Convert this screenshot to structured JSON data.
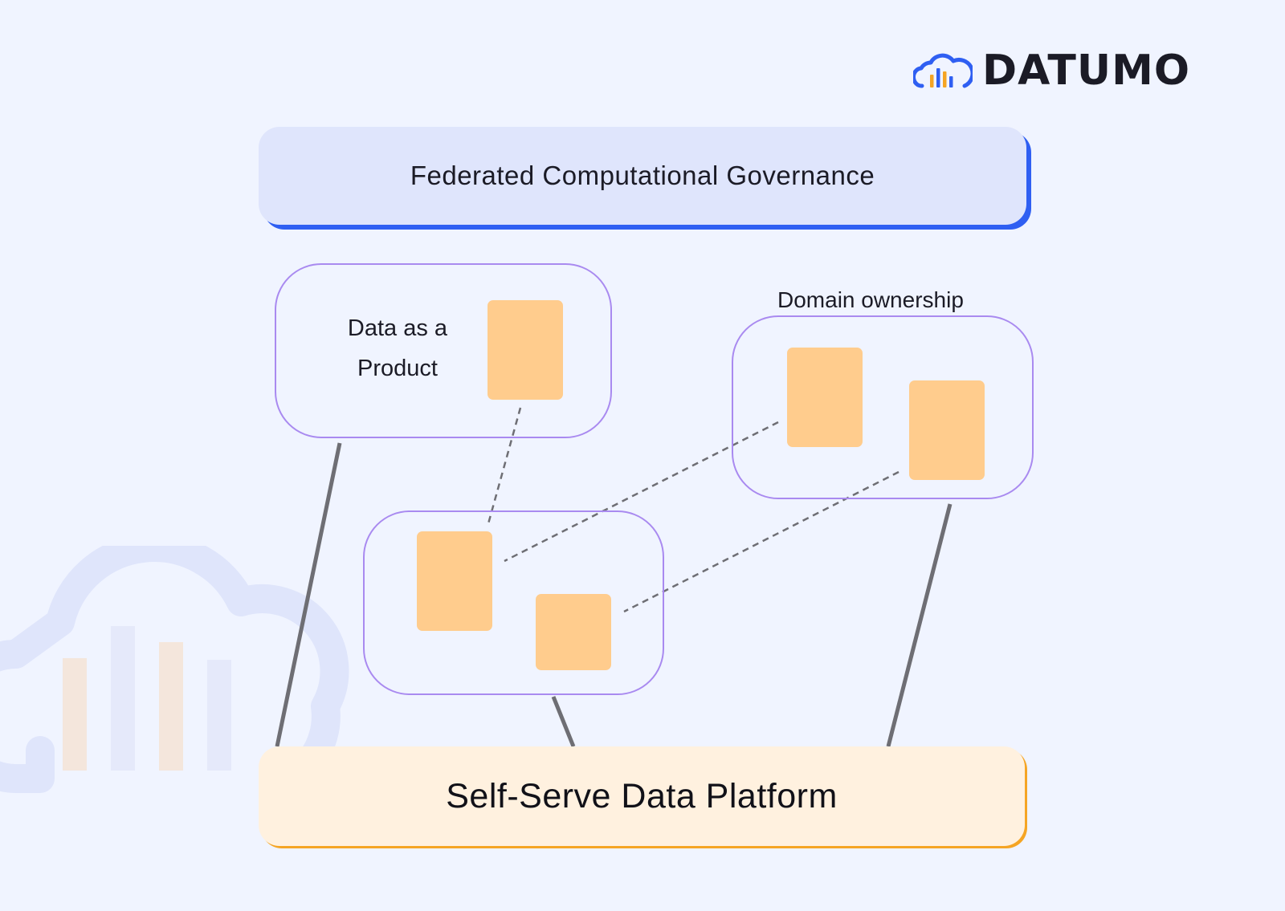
{
  "brand": {
    "name": "DATUMO"
  },
  "governance": {
    "label": "Federated Computational Governance"
  },
  "platform": {
    "label": "Self-Serve Data Platform"
  },
  "data_product": {
    "label_line1": "Data as a",
    "label_line2": "Product"
  },
  "domain_ownership": {
    "label": "Domain ownership"
  },
  "colors": {
    "background": "#f0f4ff",
    "governance_fill": "#dfe5fc",
    "governance_accent": "#2f5ff2",
    "platform_fill": "#fff1df",
    "platform_accent": "#f5a524",
    "domain_border": "#a98af0",
    "card_fill": "#ffcc8d",
    "connector": "#6e6e74",
    "dashed_link": "#6e6e74"
  }
}
